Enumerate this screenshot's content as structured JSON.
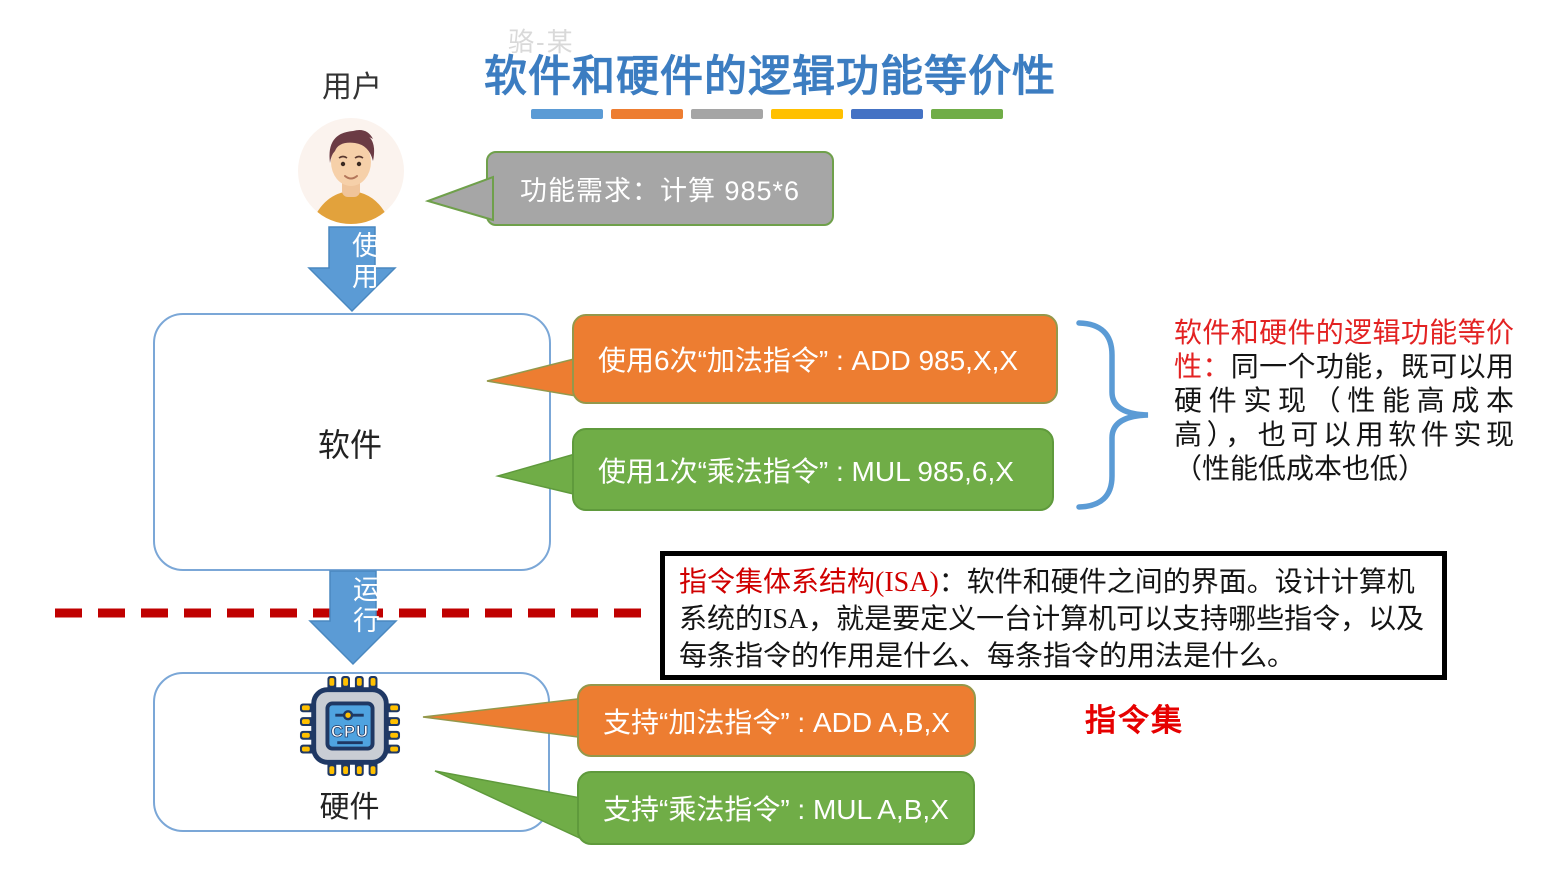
{
  "watermark": "骆-某",
  "title": "软件和硬件的逻辑功能等价性",
  "divider_bars": [
    "#5B9BD5",
    "#ED7D31",
    "#A5A5A5",
    "#FFC000",
    "#4472C4",
    "#70AD47"
  ],
  "user": {
    "label": "用户",
    "bubble": "功能需求：计算 985*6"
  },
  "arrows": {
    "use": "使用",
    "run": "运行"
  },
  "software": {
    "label": "软件",
    "callout_add": "使用6次“加法指令” : ADD 985,X,X",
    "callout_mul": "使用1次“乘法指令” : MUL 985,6,X"
  },
  "hardware": {
    "label": "硬件",
    "cpu_icon_text": "CPU",
    "callout_add": "支持“加法指令” : ADD A,B,X",
    "callout_mul": "支持“乘法指令” : MUL A,B,X"
  },
  "equivalence_note": {
    "highlight": "软件和硬件的逻辑功能等价性：",
    "body": "同一个功能，既可以用硬件实现（性能高成本高），也可以用软件实现（性能低成本也低）"
  },
  "isa_note": {
    "highlight": "指令集体系结构(ISA)",
    "body": "：软件和硬件之间的界面。设计计算机系统的ISA，就是要定义一台计算机可以支持哪些指令，以及每条指令的作用是什么、每条指令的用法是什么。"
  },
  "instruction_set_label": "指令集",
  "colors": {
    "orange": "#ED7D31",
    "green": "#70AD47",
    "arrow_blue": "#5B9BD5",
    "dashed_red": "#C00000",
    "title_blue": "#3C7DC1",
    "box_border_blue": "#7BA7D7",
    "bubble_gray": "#A6A6A6"
  }
}
